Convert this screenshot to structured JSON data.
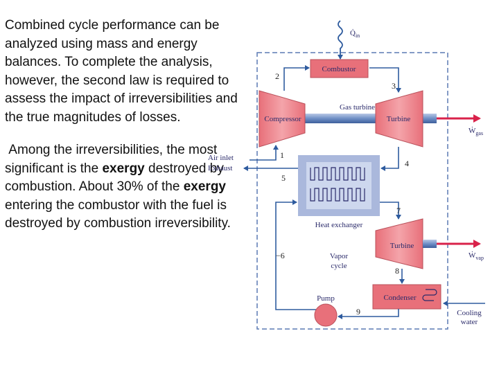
{
  "text": {
    "paragraph1": "Combined cycle performance can be analyzed using mass and energy balances. To complete the analysis, however, the second law is required to assess the impact of irreversibilities and the true magnitudes of losses.",
    "paragraph2": {
      "part1": "Among the irreversibilities, the most significant is the ",
      "bold1": "exergy",
      "part2": " destroyed by combustion. About 30% of the ",
      "bold2": "exergy",
      "part3": " entering the combustor with the fuel is destroyed by combustion irreversibility."
    }
  },
  "diagram": {
    "components": {
      "combustor": "Combustor",
      "gas_turbine": "Gas turbine",
      "compressor": "Compressor",
      "turbine_top": "Turbine",
      "heat_exchanger": "Heat exchanger",
      "turbine_bottom": "Turbine",
      "vapor_cycle_line1": "Vapor",
      "vapor_cycle_line2": "cycle",
      "pump": "Pump",
      "condenser": "Condenser"
    },
    "streams": {
      "q_in": "Q̇",
      "q_in_sub": "in",
      "w_gas": "Ẇ",
      "w_gas_sub": "gas",
      "w_vap": "Ẇ",
      "w_vap_sub": "vap",
      "air_inlet": "Air inlet",
      "exhaust": "Exhaust",
      "cooling_line1": "Cooling",
      "cooling_line2": "water"
    },
    "states": [
      "1",
      "2",
      "3",
      "4",
      "5",
      "6",
      "7",
      "8",
      "9"
    ],
    "colors": {
      "component_fill": "#e8707a",
      "component_fill_light": "#f4a4aa",
      "flow_line": "#2e5b9e",
      "work_arrow": "#d9224a",
      "heat_exchanger_outer": "#aab8dc",
      "heat_exchanger_inner": "#cdd7ee",
      "boundary": "#5a78b4",
      "label_text": "#2a2a6a"
    }
  }
}
